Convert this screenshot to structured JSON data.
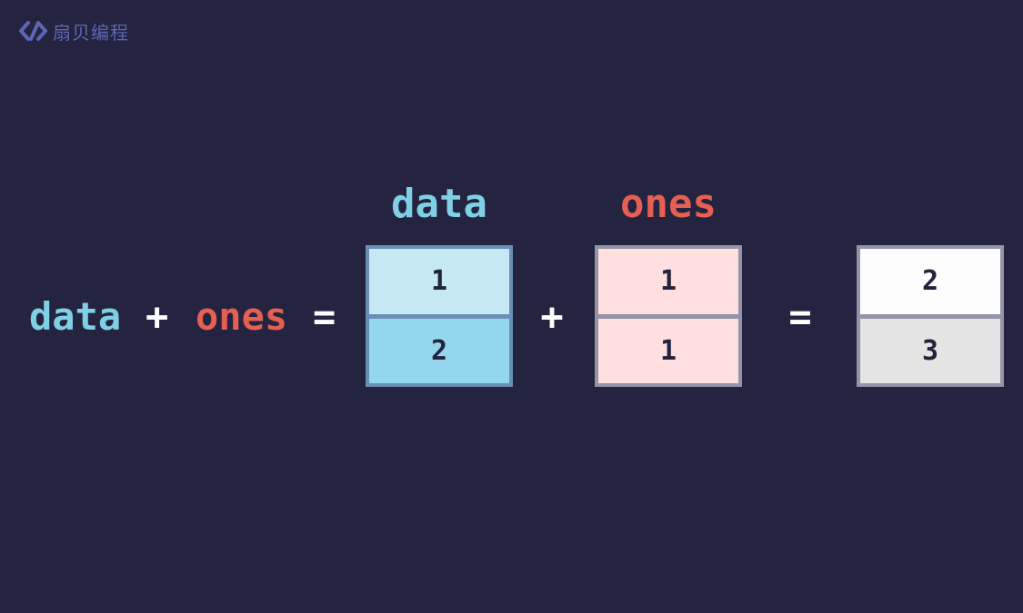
{
  "brand": {
    "name": "扇贝编程",
    "logo_icon": "code-chevrons-icon",
    "color": "#5d66b4"
  },
  "colors": {
    "background": "#242340",
    "data": "#7fd0e5",
    "ones": "#e55f52",
    "operator": "#ffffff"
  },
  "expression": {
    "left": "data",
    "plus": "+",
    "right": "ones",
    "equals": "="
  },
  "matrices": {
    "data": {
      "label": "data",
      "values": [
        "1",
        "2"
      ],
      "cell_colors": [
        "#c6e9f4",
        "#93d6ed"
      ]
    },
    "ones": {
      "label": "ones",
      "values": [
        "1",
        "1"
      ],
      "cell_colors": [
        "#ffdfdf",
        "#ffdfdf"
      ]
    },
    "result": {
      "values": [
        "2",
        "3"
      ],
      "cell_colors": [
        "#fdfdfd",
        "#e4e4e4"
      ]
    }
  },
  "operators": {
    "plus": "+",
    "equals": "="
  }
}
